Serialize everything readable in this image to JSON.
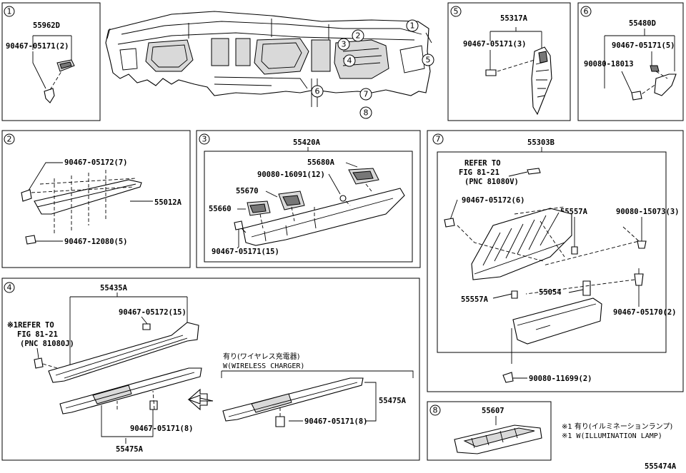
{
  "diagram_code": "555474A",
  "overview_callouts": [
    "1",
    "2",
    "3",
    "4",
    "5",
    "6",
    "7",
    "8"
  ],
  "panels": {
    "p1": {
      "num": "1",
      "part": "55962D",
      "fastener": "90467-05171(2)"
    },
    "p5": {
      "num": "5",
      "part": "55317A",
      "fastener": "90467-05171(3)"
    },
    "p6": {
      "num": "6",
      "part": "55480D",
      "fastener1": "90467-05171(5)",
      "fastener2": "90080-18013"
    },
    "p2": {
      "num": "2",
      "part": "55012A",
      "fastener1": "90467-05172(7)",
      "fastener2": "90467-12080(5)"
    },
    "p3": {
      "num": "3",
      "assembly": "55420A",
      "part1": "55680A",
      "part2": "90080-16091(12)",
      "part3": "55670",
      "part4": "55660",
      "fastener": "90467-05171(15)"
    },
    "p7": {
      "num": "7",
      "assembly": "55303B",
      "refer": [
        "REFER TO",
        "FIG 81-21",
        "(PNC 81080V)"
      ],
      "fastener1": "90467-05172(6)",
      "part1": "55557A",
      "fastener2": "90080-15073(3)",
      "part2": "55557A",
      "part3": "55054",
      "fastener3": "90467-05170(2)",
      "fastener4": "90080-11699(2)"
    },
    "p4": {
      "num": "4",
      "part1": "55435A",
      "fastener1": "90467-05172(15)",
      "refer": [
        "※1REFER TO",
        "FIG 81-21",
        "(PNC 81080J)"
      ],
      "wireless_jp": "有り(ワイヤレス充電器)",
      "wireless_en": "W(WIRELESS CHARGER)",
      "part2": "55475A",
      "fastener2": "90467-05171(8)",
      "fastener3": "90467-05171(8)",
      "part3": "55475A"
    },
    "p8": {
      "num": "8",
      "part": "55607"
    }
  },
  "footnotes": {
    "note_jp": "※1 有り(イルミネーションランプ)",
    "note_en": "※1 W(ILLUMINATION LAMP)"
  }
}
